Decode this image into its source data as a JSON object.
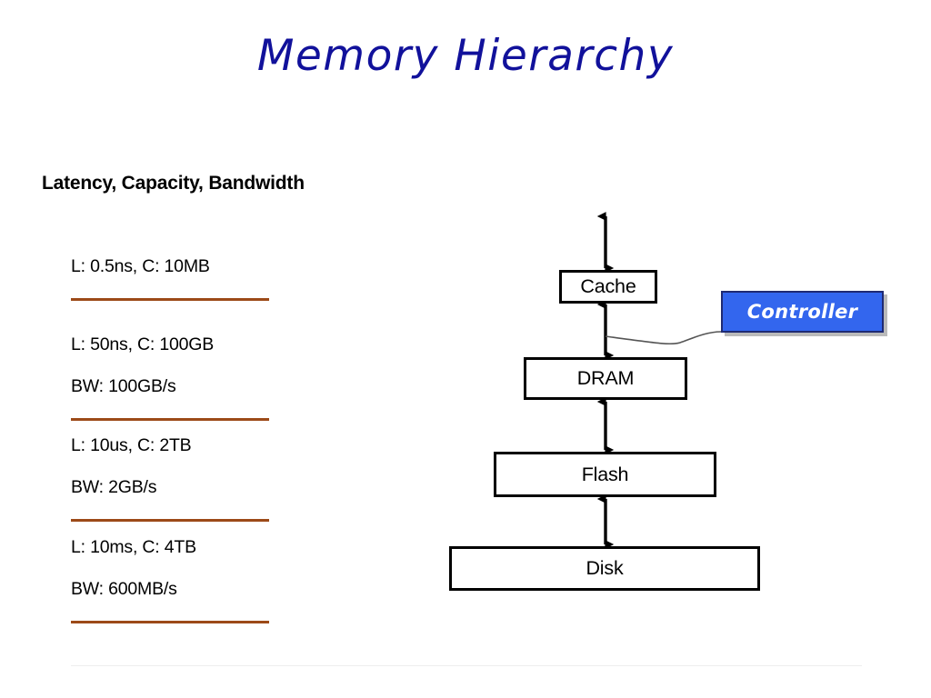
{
  "slide": {
    "title": "Memory Hierarchy",
    "title_color": "#11119B",
    "background": "#ffffff"
  },
  "left_panel": {
    "heading": "Latency, Capacity, Bandwidth",
    "rule_color": "#9C4A18",
    "groups": [
      {
        "id": "cache-metrics",
        "lines": [
          "L: 0.5ns, C: 10MB"
        ]
      },
      {
        "id": "dram-metrics",
        "lines": [
          "L: 50ns, C: 100GB",
          "BW: 100GB/s"
        ]
      },
      {
        "id": "flash-metrics",
        "lines": [
          "L: 10us, C: 2TB",
          "BW: 2GB/s"
        ]
      },
      {
        "id": "disk-metrics",
        "lines": [
          "L: 10ms, C: 4TB",
          "BW: 600MB/s"
        ]
      }
    ]
  },
  "diagram": {
    "levels": [
      {
        "id": "cache",
        "label": "Cache"
      },
      {
        "id": "dram",
        "label": "DRAM"
      },
      {
        "id": "flash",
        "label": "Flash"
      },
      {
        "id": "disk",
        "label": "Disk"
      }
    ],
    "arrows": [
      {
        "id": "arrow-top-cache",
        "heads": "both"
      },
      {
        "id": "arrow-cache-dram",
        "heads": "both"
      },
      {
        "id": "arrow-dram-flash",
        "heads": "both"
      },
      {
        "id": "arrow-flash-disk",
        "heads": "both"
      }
    ],
    "box_border_color": "#000000",
    "arrow_color": "#000000"
  },
  "callout": {
    "label": "Controller",
    "fill_color": "#3366EE",
    "border_color": "#1F2A72",
    "text_color": "#FFFFFF",
    "leader_color": "#555555"
  }
}
